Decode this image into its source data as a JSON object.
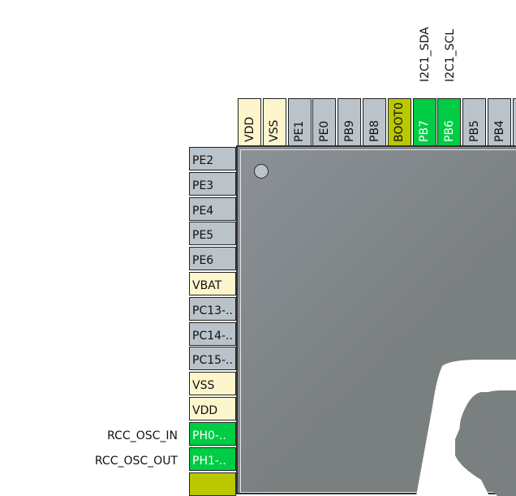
{
  "top_pins": [
    {
      "label": "VDD",
      "type": "power"
    },
    {
      "label": "VSS",
      "type": "power"
    },
    {
      "label": "PE1",
      "type": "gpio"
    },
    {
      "label": "PE0",
      "type": "gpio"
    },
    {
      "label": "PB9",
      "type": "gpio"
    },
    {
      "label": "PB8",
      "type": "gpio"
    },
    {
      "label": "BOOT0",
      "type": "boot"
    },
    {
      "label": "PB7",
      "type": "assigned"
    },
    {
      "label": "PB6",
      "type": "assigned"
    },
    {
      "label": "PB5",
      "type": "gpio"
    },
    {
      "label": "PB4",
      "type": "gpio"
    }
  ],
  "top_signals": {
    "pb7": "I2C1_SDA",
    "pb6": "I2C1_SCL"
  },
  "left_pins": [
    {
      "label": "PE2",
      "type": "gpio"
    },
    {
      "label": "PE3",
      "type": "gpio"
    },
    {
      "label": "PE4",
      "type": "gpio"
    },
    {
      "label": "PE5",
      "type": "gpio"
    },
    {
      "label": "PE6",
      "type": "gpio"
    },
    {
      "label": "VBAT",
      "type": "power"
    },
    {
      "label": "PC13-..",
      "type": "gpio"
    },
    {
      "label": "PC14-..",
      "type": "gpio"
    },
    {
      "label": "PC15-..",
      "type": "gpio"
    },
    {
      "label": "VSS",
      "type": "power"
    },
    {
      "label": "VDD",
      "type": "power"
    },
    {
      "label": "PH0-..",
      "type": "assigned"
    },
    {
      "label": "PH1-..",
      "type": "assigned"
    }
  ],
  "left_signals": {
    "ph0": "RCC_OSC_IN",
    "ph1": "RCC_OSC_OUT"
  },
  "colors": {
    "power": "#fdf5cc",
    "gpio": "#b9c3c9",
    "boot": "#b9c800",
    "assigned": "#00cc44"
  }
}
